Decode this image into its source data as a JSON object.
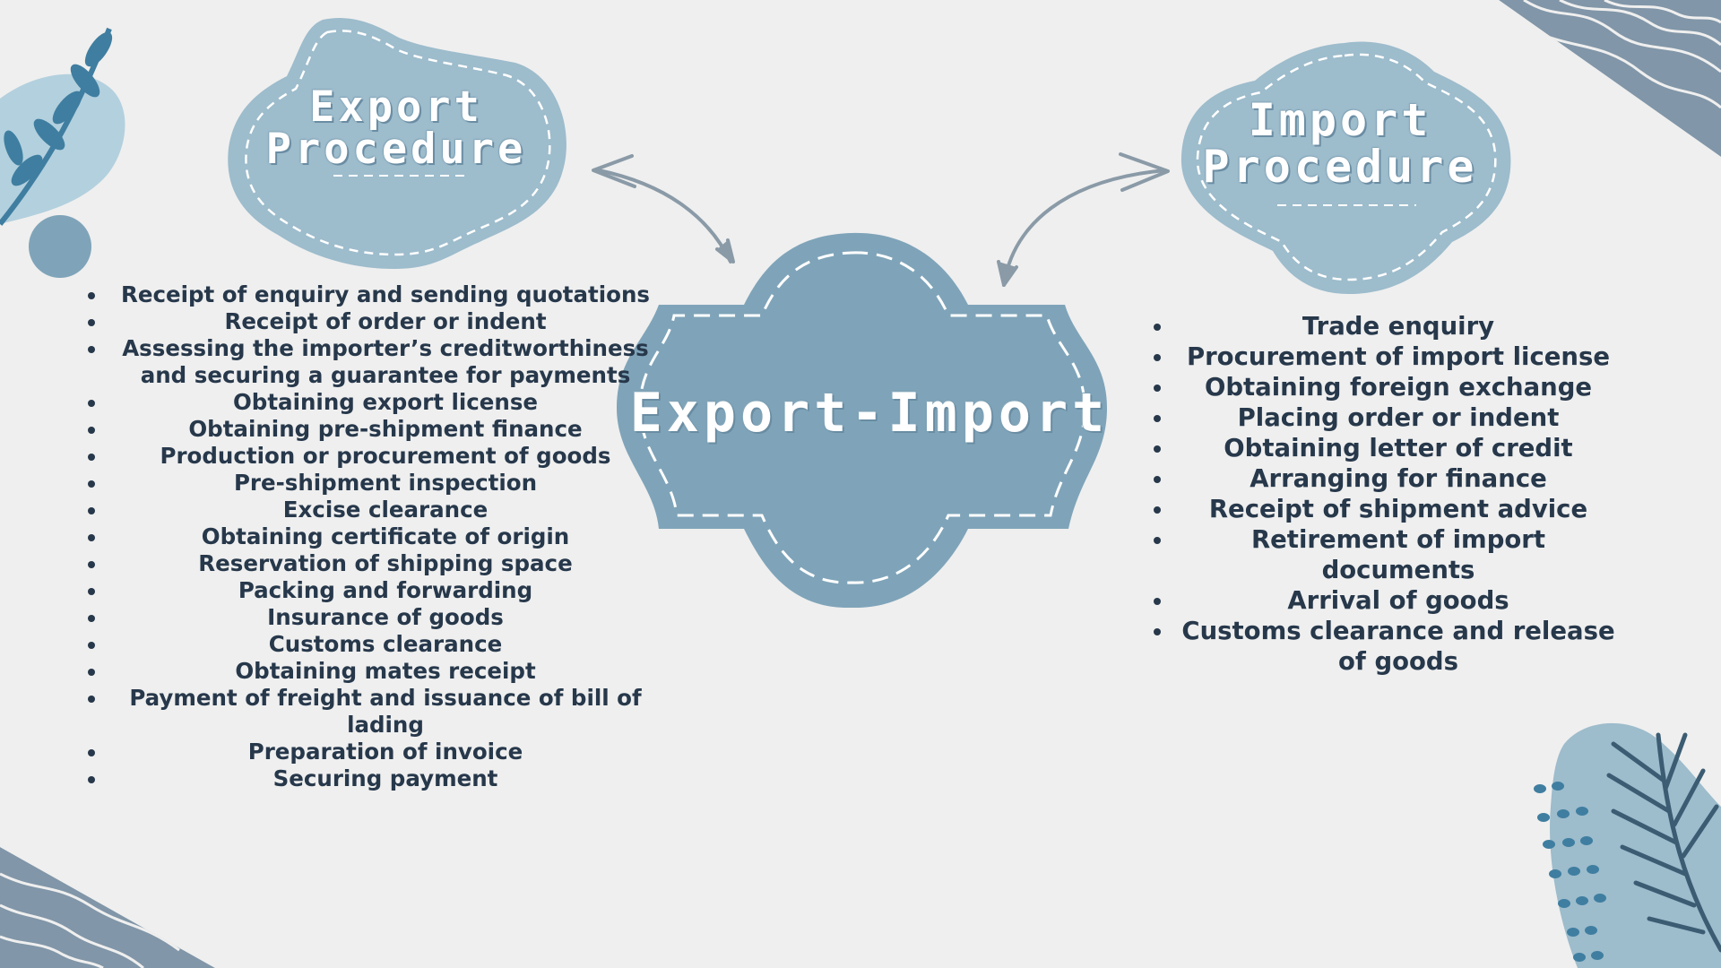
{
  "center": {
    "title": "Export-Import"
  },
  "export_section": {
    "title_line1": "Export",
    "title_line2": "Procedure",
    "items": [
      "Receipt of enquiry and sending quotations",
      "Receipt of order or indent",
      "Assessing the importer’s creditworthiness and securing a guarantee for payments",
      "Obtaining export license",
      "Obtaining pre-shipment finance",
      "Production or procurement of goods",
      "Pre-shipment inspection",
      "Excise clearance",
      "Obtaining certificate of origin",
      "Reservation of shipping space",
      "Packing and forwarding",
      "Insurance of goods",
      "Customs clearance",
      "Obtaining mates receipt",
      "Payment of freight and issuance of bill of lading",
      "Preparation of invoice",
      "Securing payment"
    ]
  },
  "import_section": {
    "title_line1": "Import",
    "title_line2": "Procedure",
    "items": [
      "Trade enquiry",
      "Procurement of import license",
      "Obtaining foreign exchange",
      "Placing order or indent",
      "Obtaining letter of credit",
      "Arranging for finance",
      "Receipt of shipment advice",
      "Retirement of import documents",
      "Arrival of goods",
      "Customs clearance and release of goods"
    ]
  },
  "colors": {
    "background": "#efefef",
    "blob_light": "#9dbccc",
    "blob_center": "#7fa4b9",
    "text_dark": "#27384b",
    "stripe": "#8196a8",
    "leaf": "#3f7ea0",
    "fern": "#3b5c72"
  },
  "decorations": [
    "leaf-branch-icon",
    "fern-icon",
    "wavy-stripes",
    "dot-pattern",
    "arrow-icon"
  ]
}
